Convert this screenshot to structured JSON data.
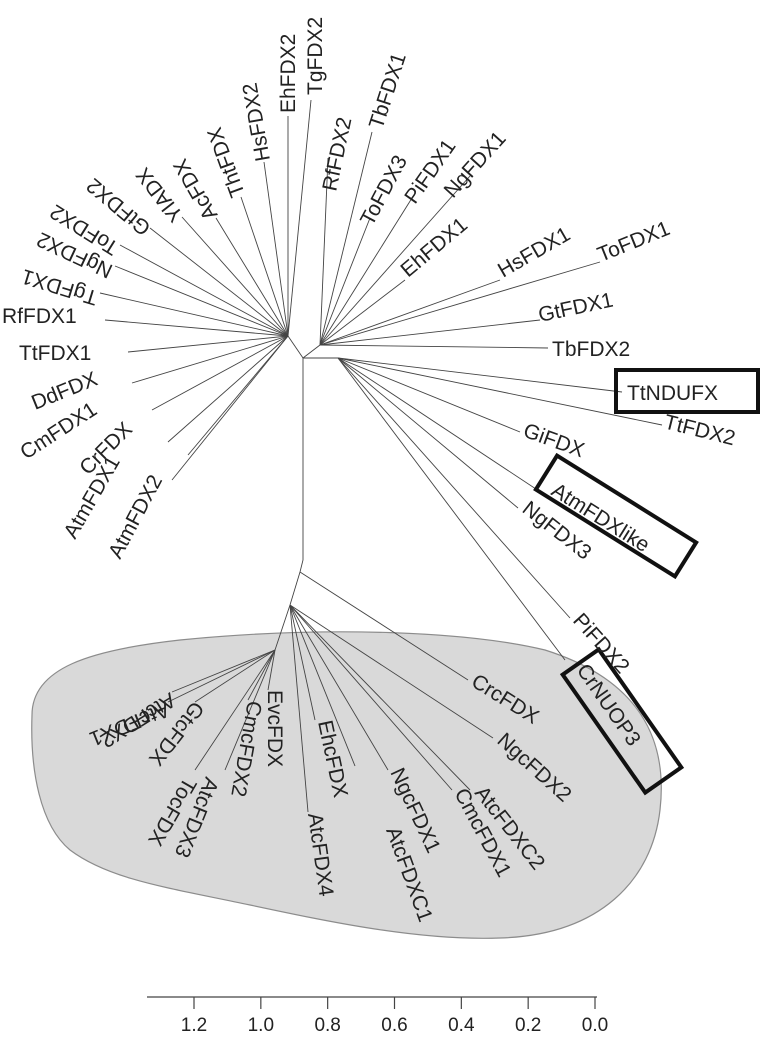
{
  "colors": {
    "background": "#ffffff",
    "branch": "#444444",
    "text": "#222222",
    "clade_fill": "#d9d9d9",
    "clade_stroke": "#8c8c8c",
    "highlight_box": "#111111"
  },
  "tree": {
    "upper_left_leaves": [
      "Tg FDX2",
      "Eh FDX2",
      "Hs FDX2",
      "Tht FDX",
      "Ac FDX",
      "YlA DX",
      "Gt FDX2",
      "To FDX2",
      "Ng FDX2",
      "Tg FDX1",
      "Rf FDX1",
      "Tt FDX1",
      "Dd FDX",
      "Cm FDX1",
      "Cr FDX",
      "Atm FDX1",
      "Atm FDX2"
    ],
    "upper_right_leaves": [
      "Tb FDX1",
      "Rf FDX2",
      "To FDX3",
      "Pi FDX1",
      "Ng FDX1",
      "Eh FDX1",
      "Hs FDX1",
      "To FDX1",
      "Gt FDX1",
      "Tb FDX2",
      "Tt NDUFX",
      "Tt FDX2",
      "Gi FDX",
      "Atm FDXlike",
      "Ng FDX3",
      "Pi FDX2",
      "Cr NUOP3"
    ],
    "chloroplast_clade_leaves": [
      "Atc FDX1",
      "Atc FDX2",
      "Gtc FDX",
      "Toc FDX",
      "Atc FDX3",
      "Cmc FDX2",
      "Evc FDX",
      "Atc FDX4",
      "Ehc FDX",
      "Atc FDXC1",
      "Ngc FDX1",
      "Cmc FDX1",
      "Atc FDXC2",
      "Ngc FDX2",
      "Crc FDX"
    ],
    "boxed_leaves": [
      "Tt NDUFX",
      "Atm FDXlike",
      "Cr NUOP3"
    ],
    "shaded_clade": "chloroplast"
  },
  "labels": {
    "TgFDX2": "TgFDX2",
    "EhFDX2": "EhFDX2",
    "HsFDX2": "HsFDX2",
    "ThtFDX": "ThtFDX",
    "AcFDX": "AcFDX",
    "YlADX": "YlADX",
    "GtFDX2": "GtFDX2",
    "ToFDX2": "ToFDX2",
    "NgFDX2": "NgFDX2",
    "TgFDX1": "TgFDX1",
    "RfFDX1": "RfFDX1",
    "TtFDX1": "TtFDX1",
    "DdFDX": "DdFDX",
    "CmFDX1": "CmFDX1",
    "CrFDX": "CrFDX",
    "AtmFDX1": "AtmFDX1",
    "AtmFDX2": "AtmFDX2",
    "TbFDX1": "TbFDX1",
    "RfFDX2": "RfFDX2",
    "ToFDX3": "ToFDX3",
    "PiFDX1": "PiFDX1",
    "NgFDX1": "NgFDX1",
    "EhFDX1": "EhFDX1",
    "HsFDX1": "HsFDX1",
    "ToFDX1": "ToFDX1",
    "GtFDX1": "GtFDX1",
    "TbFDX2": "TbFDX2",
    "TtNDUFX": "TtNDUFX",
    "TtFDX2": "TtFDX2",
    "GiFDX": "GiFDX",
    "AtmFDXlike": "AtmFDXlike",
    "NgFDX3": "NgFDX3",
    "PiFDX2": "PiFDX2",
    "CrNUOP3": "CrNUOP3",
    "AtcFDX1": "AtcFDX1",
    "AtcFDX2": "AtcFDX2",
    "GtcFDX": "GtcFDX",
    "TocFDX": "TocFDX",
    "AtcFDX3": "AtcFDX3",
    "CmcFDX2": "CmcFDX2",
    "EvcFDX": "EvcFDX",
    "AtcFDX4": "AtcFDX4",
    "EhcFDX": "EhcFDX",
    "AtcFDXC1": "AtcFDXC1",
    "NgcFDX1": "NgcFDX1",
    "CmcFDX1": "CmcFDX1",
    "AtcFDXC2": "AtcFDXC2",
    "NgcFDX2": "NgcFDX2",
    "CrcFDX": "CrcFDX"
  },
  "scale_bar": {
    "ticks": [
      "1.2",
      "1.0",
      "0.8",
      "0.6",
      "0.4",
      "0.2",
      "0.0"
    ]
  }
}
